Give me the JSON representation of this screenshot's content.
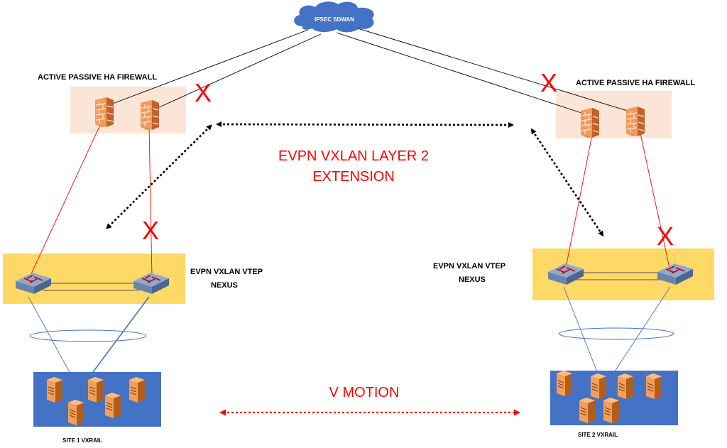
{
  "cloud": {
    "label": "IPSEC SDWAN",
    "color": "#4472c4"
  },
  "firewalls": {
    "left_label": "ACTIVE PASSIVE HA FIREWALL",
    "right_label": "ACTIVE PASSIVE HA FIREWALL",
    "zone_color": "#fbe5d6"
  },
  "vtep": {
    "left_line1": "EVPN VXLAN VTEP",
    "left_line2": "NEXUS",
    "right_line1": "EVPN VXLAN VTEP",
    "right_line2": "NEXUS",
    "zone_color": "#ffd966"
  },
  "sites": {
    "left_label": "SITE 1 VXRAIL",
    "right_label": "SITE 2 VXRAIL",
    "box_color": "#4472c4"
  },
  "annotations": {
    "evpn_line1": "EVPN  VXLAN LAYER 2",
    "evpn_line2": "EXTENSION",
    "vmotion": "V MOTION",
    "failure_mark": "X"
  },
  "colors": {
    "accent_red": "#ff0000",
    "link_black": "#000000",
    "link_blue": "#4472c4"
  }
}
